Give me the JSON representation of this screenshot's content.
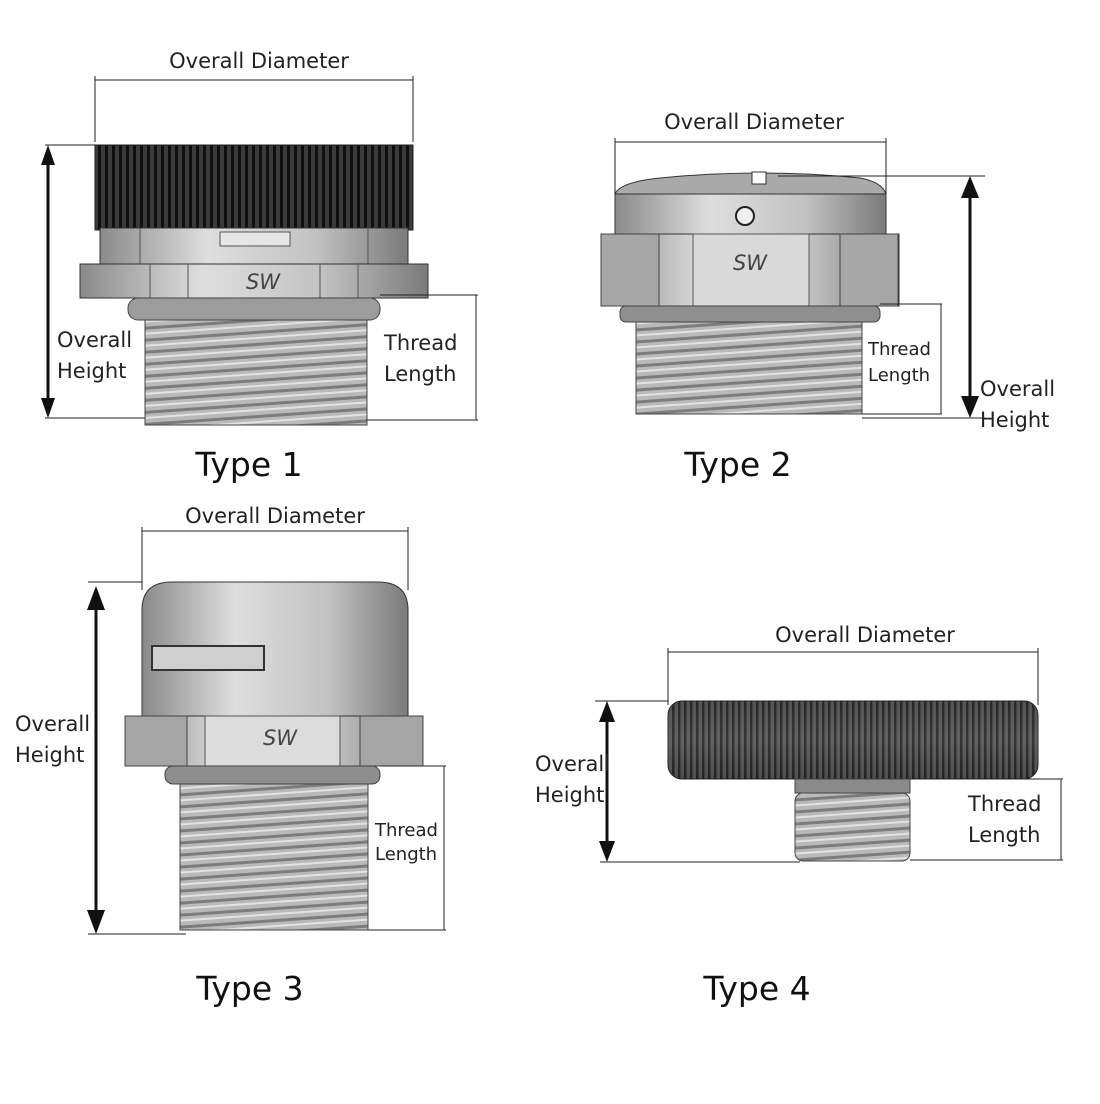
{
  "colors": {
    "metal_light": "#d9d9d9",
    "metal_mid": "#b4b4b4",
    "metal_dark": "#7f7f7f",
    "knurl_dark": "#1e1e1e",
    "outline": "#3a3a3a"
  },
  "types": [
    {
      "title": "Type 1",
      "overall_diameter": "Overall Diameter",
      "overall_height": [
        "Overall",
        "Height"
      ],
      "thread_length": [
        "Thread",
        "Length"
      ],
      "hex_mark": "SW"
    },
    {
      "title": "Type 2",
      "overall_diameter": "Overall Diameter",
      "overall_height": [
        "Overall",
        "Height"
      ],
      "thread_length": [
        "Thread",
        "Length"
      ],
      "hex_mark": "SW"
    },
    {
      "title": "Type 3",
      "overall_diameter": "Overall Diameter",
      "overall_height": [
        "Overall",
        "Height"
      ],
      "thread_length": [
        "Thread",
        "Length"
      ],
      "hex_mark": "SW"
    },
    {
      "title": "Type 4",
      "overall_diameter": "Overall Diameter",
      "overall_height": [
        "Overall",
        "Height"
      ],
      "thread_length": [
        "Thread",
        "Length"
      ]
    }
  ]
}
